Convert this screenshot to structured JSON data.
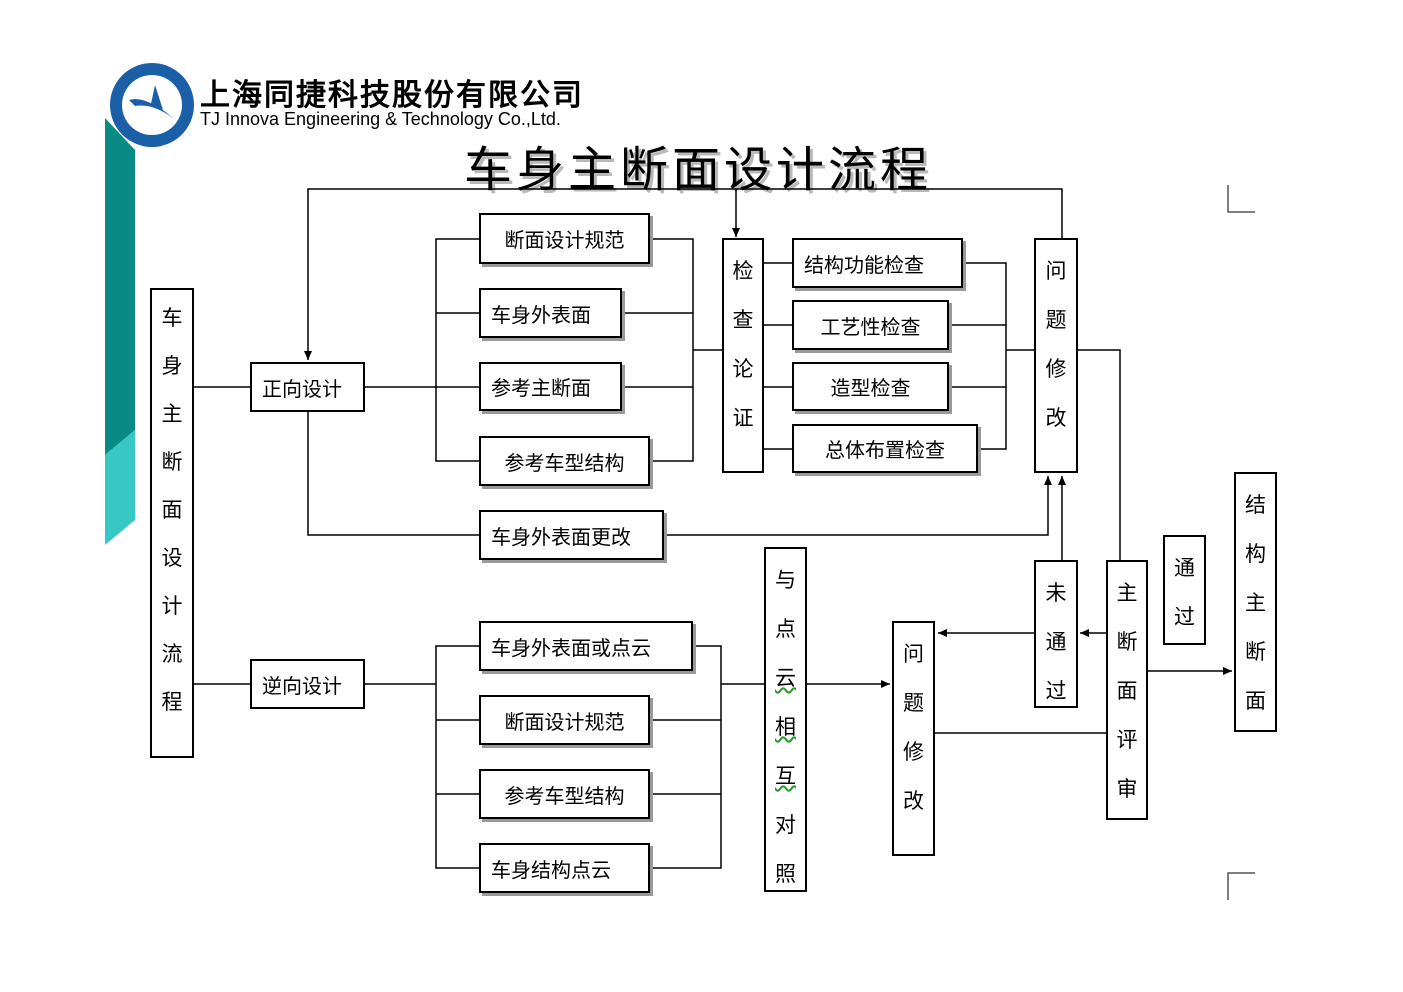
{
  "company": {
    "name_cn": "上海同捷科技股份有限公司",
    "name_en": "TJ Innova Engineering & Technology Co.,Ltd."
  },
  "title": "车身主断面设计流程",
  "colors": {
    "accent_teal": "#0a8a85",
    "accent_light": "#37c8c6",
    "logo_blue": "#1a5fa8"
  },
  "nodes": {
    "root": "车身主断面设计流程",
    "forward_design": "正向设计",
    "reverse_design": "逆向设计",
    "fwd_inputs": [
      "断面设计规范",
      "车身外表面",
      "参考主断面",
      "参考车型结构"
    ],
    "surface_change": "车身外表面更改",
    "check_verify": "检查论证",
    "checks": [
      "结构功能检查",
      "工艺性检查",
      "造型检查",
      "总体布置检查"
    ],
    "fix_top": "问题修改",
    "rev_inputs": [
      "车身外表面或点云",
      "断面设计规范",
      "参考车型结构",
      "车身结构点云"
    ],
    "cloud_compare": "与点云相互对照",
    "fix_bottom": "问题修改",
    "not_pass": "未通过",
    "review": "主断面评审",
    "pass": "通过",
    "result": "结构主断面"
  }
}
